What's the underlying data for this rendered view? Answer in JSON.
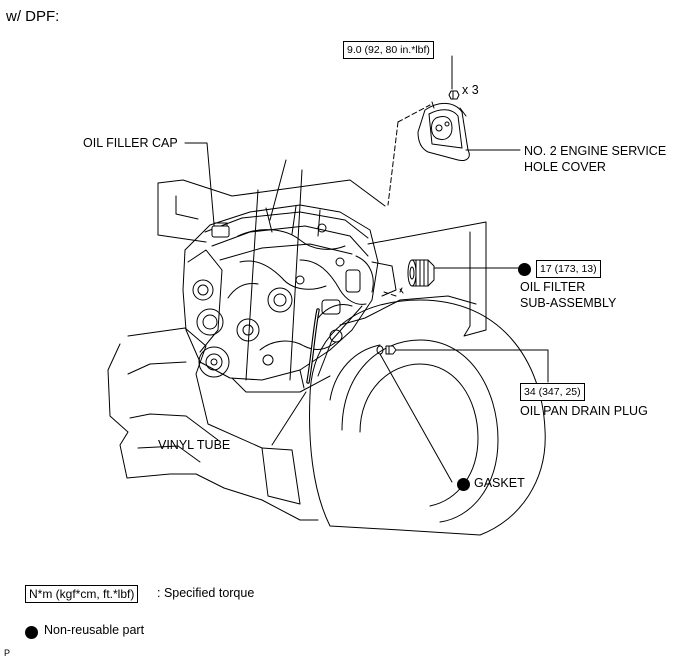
{
  "header": {
    "variant": "w/ DPF:"
  },
  "callouts": {
    "bolt_torque": "9.0 (92, 80 in.*lbf)",
    "bolt_qty": "x 3",
    "service_cover_line1": "NO. 2 ENGINE SERVICE",
    "service_cover_line2": "HOLE COVER",
    "oil_filler_cap": "OIL FILLER CAP",
    "oil_filter_torque": "17 (173, 13)",
    "oil_filter_line1": "OIL FILTER",
    "oil_filter_line2": "SUB-ASSEMBLY",
    "drain_plug_torque": "34 (347, 25)",
    "drain_plug": "OIL PAN DRAIN PLUG",
    "vinyl_tube": "VINYL TUBE",
    "gasket": "GASKET"
  },
  "legend": {
    "torque_box": "N*m (kgf*cm, ft.*lbf)",
    "torque_desc": ": Specified torque",
    "nonreusable_desc": "Non-reusable part"
  },
  "footer": {
    "page_mark": "P"
  },
  "icons": {
    "nonreusable": "filled-circle-icon"
  }
}
